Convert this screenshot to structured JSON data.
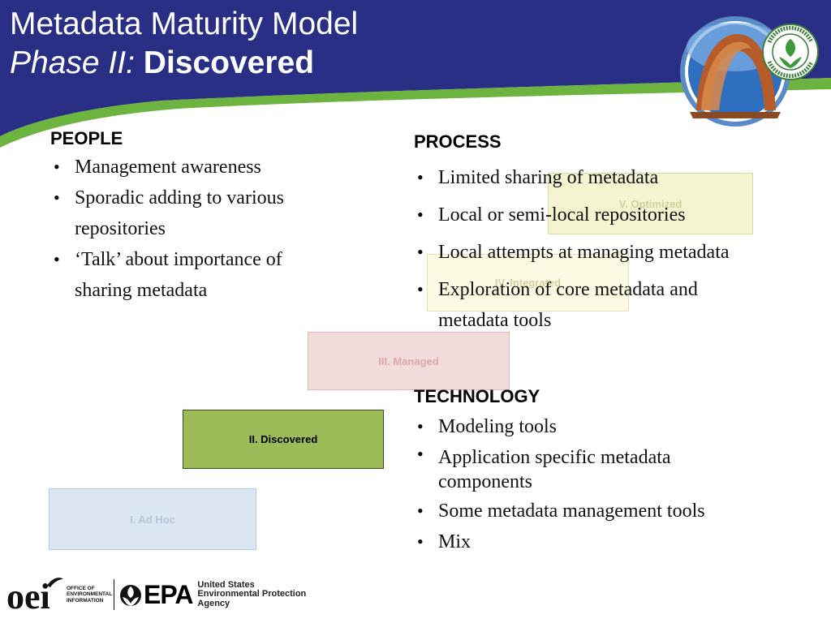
{
  "header": {
    "title_line1": "Metadata Maturity Model",
    "title_line2_italic": "Phase II:",
    "title_line2_bold": "Discovered"
  },
  "seal": {
    "ring_text": "UNITED STATES ENVIRONMENTAL PROTECTION AGENCY",
    "icon": "epa-seal-icon",
    "photo_icon": "arch-photo-icon"
  },
  "people": {
    "heading": "PEOPLE",
    "items": [
      "Management awareness",
      "Sporadic adding to various repositories",
      "‘Talk’ about importance of sharing metadata"
    ]
  },
  "process": {
    "heading": "PROCESS",
    "items": [
      "Limited sharing of metadata",
      "Local or semi-local repositories",
      "Local attempts at managing metadata",
      "Exploration of  core metadata and metadata tools"
    ]
  },
  "technology": {
    "heading": "TECHNOLOGY",
    "items": [
      "Modeling tools",
      "Application specific metadata components",
      "Some metadata management tools",
      "Mix"
    ]
  },
  "stairs": {
    "level1": "I. Ad Hoc",
    "level2": "II. Discovered",
    "level3": "III. Managed",
    "level4": "IV. Integrated",
    "level5": "V. Optimized"
  },
  "footer": {
    "oei_mark": "oei",
    "oei_line1": "OFFICE OF",
    "oei_line2": "ENVIRONMENTAL",
    "oei_line3": "INFORMATION",
    "epa_word": "EPA",
    "epa_line1": "United States",
    "epa_line2": "Environmental Protection",
    "epa_line3": "Agency"
  },
  "colors": {
    "header_navy": "#2a2f86",
    "header_green": "#6cb33f",
    "discovered_green": "#9bbb59"
  }
}
